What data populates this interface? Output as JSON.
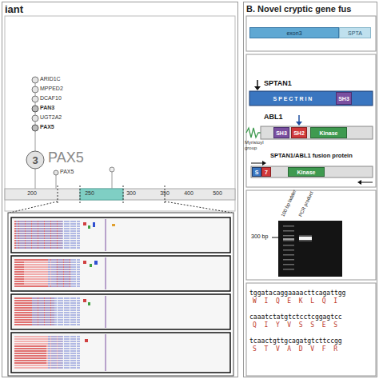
{
  "diagram": {
    "nodes": [
      {
        "text": [
          "iant"
        ]
      },
      {
        "text": [
          "3"
        ],
        "in": 0
      },
      {
        "text": [
          "B. Novel cryptic gene fus"
        ]
      },
      {
        "text": [
          "exon3"
        ],
        "in": 2
      },
      {
        "text": [
          "SPTA"
        ],
        "in": 2
      },
      {
        "text": [
          "S P E C T R I N"
        ],
        "in": 2
      },
      {
        "text": [
          "SH3"
        ],
        "in": 2
      },
      {
        "text": [
          "SH3"
        ],
        "in": 2
      },
      {
        "text": [
          "SH2"
        ],
        "in": 2
      },
      {
        "text": [
          "Kinase"
        ],
        "in": 2
      },
      {
        "text": [
          "S"
        ],
        "in": 2
      },
      {
        "text": [
          "7"
        ],
        "in": 2
      },
      {
        "text": [
          "Kinase"
        ],
        "in": 2
      }
    ],
    "labels": [
      "ARID1C",
      "MPPED2",
      "DCAF10",
      "PAN3",
      "UGT2A2",
      "PAX5",
      "PAX5",
      "PAX5",
      "200",
      "250",
      "300",
      "350",
      "400",
      "500",
      "SPTAN1",
      "ABL1",
      "Myristoyl group",
      "SPTAN1/ABL1 fusion protein",
      "100 bp ladder",
      "PCR product",
      "300 bp",
      "tggatacaggaaaacttcagattgg",
      "W  I  Q  E  K  L  Q  I",
      "caaatctatgtctcctcggagtcc",
      "Q  I  Y  V  S  S  E  S",
      "tcaactgttgcagatgtcttccgg",
      "S  T  V  A  D  V  F  R"
    ]
  }
}
